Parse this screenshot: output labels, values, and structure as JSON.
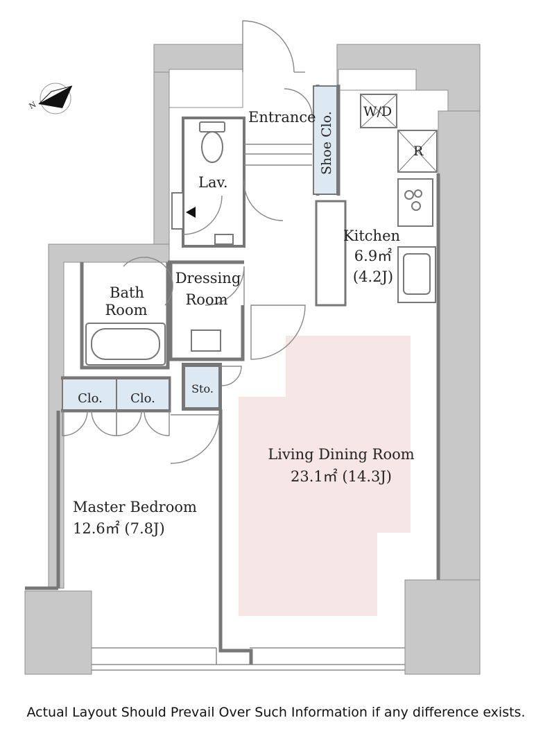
{
  "rooms": {
    "entrance": "Entrance",
    "shoe_closet": "Shoe Clo.",
    "washer_dryer": "W/D",
    "refrigerator": "R",
    "lavatory": "Lav.",
    "kitchen": {
      "name": "Kitchen",
      "area": "6.9㎡",
      "jo": "(4.2J)"
    },
    "bath": {
      "line1": "Bath",
      "line2": "Room"
    },
    "dressing": {
      "line1": "Dressing",
      "line2": "Room"
    },
    "closet_1": "Clo.",
    "closet_2": "Clo.",
    "storage": "Sto.",
    "living": {
      "name": "Living Dining Room",
      "area": "23.1㎡  (14.3J)"
    },
    "master": {
      "name": "Master Bedroom",
      "area": "12.6㎡  (7.8J)"
    }
  },
  "compass_label": "N",
  "disclaimer": "Actual Layout Should Prevail Over Such Information if any difference exists.",
  "colors": {
    "wall": "#c8c8c8",
    "wall_outline": "#8c8c8c",
    "closet_fill": "#dce8f2",
    "living_highlight": "#f6e6e6",
    "line": "#777777"
  }
}
